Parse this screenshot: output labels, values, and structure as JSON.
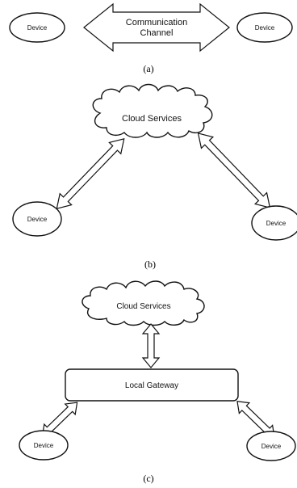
{
  "panel_a": {
    "left_device": "Device",
    "channel_line1": "Communication",
    "channel_line2": "Channel",
    "right_device": "Device",
    "caption": "(a)"
  },
  "panel_b": {
    "cloud": "Cloud Services",
    "left_device": "Device",
    "right_device": "Device",
    "caption": "(b)"
  },
  "panel_c": {
    "cloud": "Cloud Services",
    "gateway": "Local Gateway",
    "left_device": "Device",
    "right_device": "Device",
    "caption": "(c)"
  }
}
